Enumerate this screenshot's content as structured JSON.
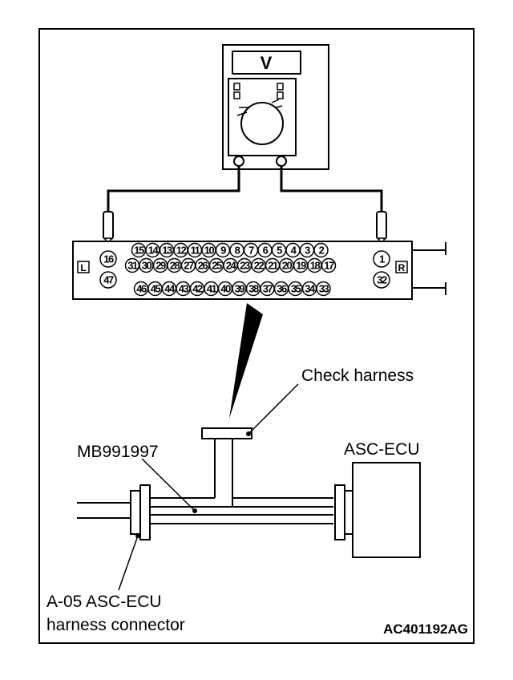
{
  "meter": {
    "unit_symbol": "V"
  },
  "check_harness": {
    "side_left": "L",
    "side_right": "R",
    "row1_pins": [
      "15",
      "14",
      "13",
      "12",
      "11",
      "10",
      "9",
      "8",
      "7",
      "6",
      "5",
      "4",
      "3",
      "2"
    ],
    "row2_pins": [
      "31",
      "30",
      "29",
      "28",
      "27",
      "26",
      "25",
      "24",
      "23",
      "22",
      "21",
      "20",
      "19",
      "18",
      "17"
    ],
    "row3_pins": [
      "46",
      "45",
      "44",
      "43",
      "42",
      "41",
      "40",
      "39",
      "38",
      "37",
      "36",
      "35",
      "34",
      "33"
    ],
    "probe_left_pin": "16",
    "left_extra_pin": "47",
    "probe_right_pin": "1",
    "right_extra_pin": "32"
  },
  "labels": {
    "check_harness": "Check harness",
    "tool": "MB991997",
    "ecu": "ASC-ECU",
    "connector_line1": "A-05 ASC-ECU",
    "connector_line2": "harness connector"
  },
  "figure_code": "AC401192AG"
}
